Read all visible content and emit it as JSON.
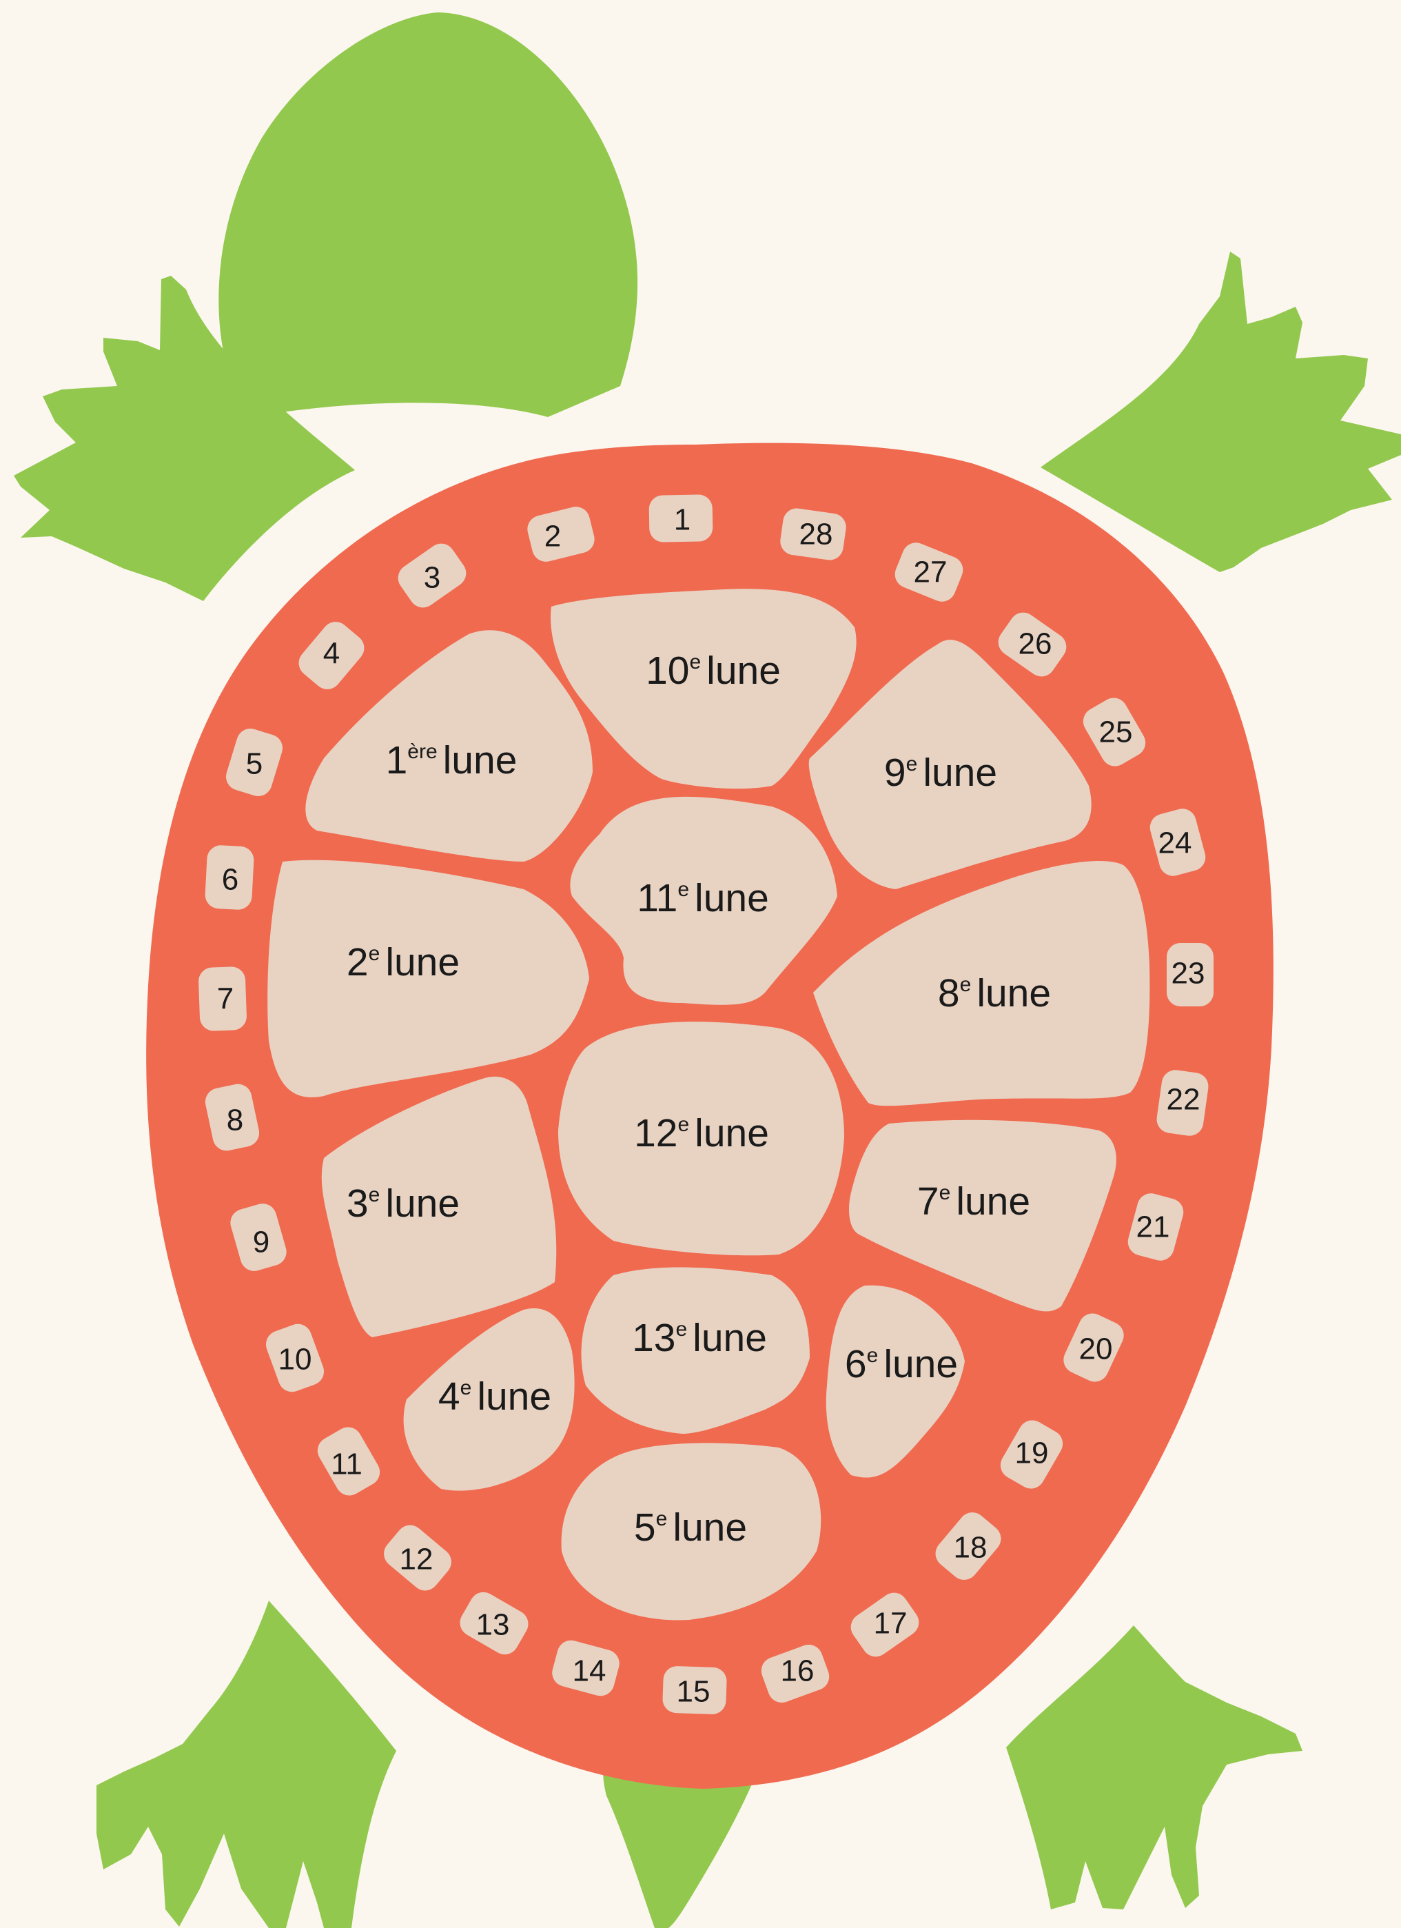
{
  "colors": {
    "background": "#fbf6ee",
    "limbs": "#92c84d",
    "shell": "#f06a50",
    "scute": "#e8d3c3",
    "text": "#1a1a1a"
  },
  "moons": [
    {
      "num": "1",
      "sup": "ère",
      "word": "lune"
    },
    {
      "num": "2",
      "sup": "e",
      "word": "lune"
    },
    {
      "num": "3",
      "sup": "e",
      "word": "lune"
    },
    {
      "num": "4",
      "sup": "e",
      "word": "lune"
    },
    {
      "num": "5",
      "sup": "e",
      "word": "lune"
    },
    {
      "num": "6",
      "sup": "e",
      "word": "lune"
    },
    {
      "num": "7",
      "sup": "e",
      "word": "lune"
    },
    {
      "num": "8",
      "sup": "e",
      "word": "lune"
    },
    {
      "num": "9",
      "sup": "e",
      "word": "lune"
    },
    {
      "num": "10",
      "sup": "e",
      "word": "lune"
    },
    {
      "num": "11",
      "sup": "e",
      "word": "lune"
    },
    {
      "num": "12",
      "sup": "e",
      "word": "lune"
    },
    {
      "num": "13",
      "sup": "e",
      "word": "lune"
    }
  ],
  "days": [
    "1",
    "2",
    "3",
    "4",
    "5",
    "6",
    "7",
    "8",
    "9",
    "10",
    "11",
    "12",
    "13",
    "14",
    "15",
    "16",
    "17",
    "18",
    "19",
    "20",
    "21",
    "22",
    "23",
    "24",
    "25",
    "26",
    "27",
    "28"
  ]
}
